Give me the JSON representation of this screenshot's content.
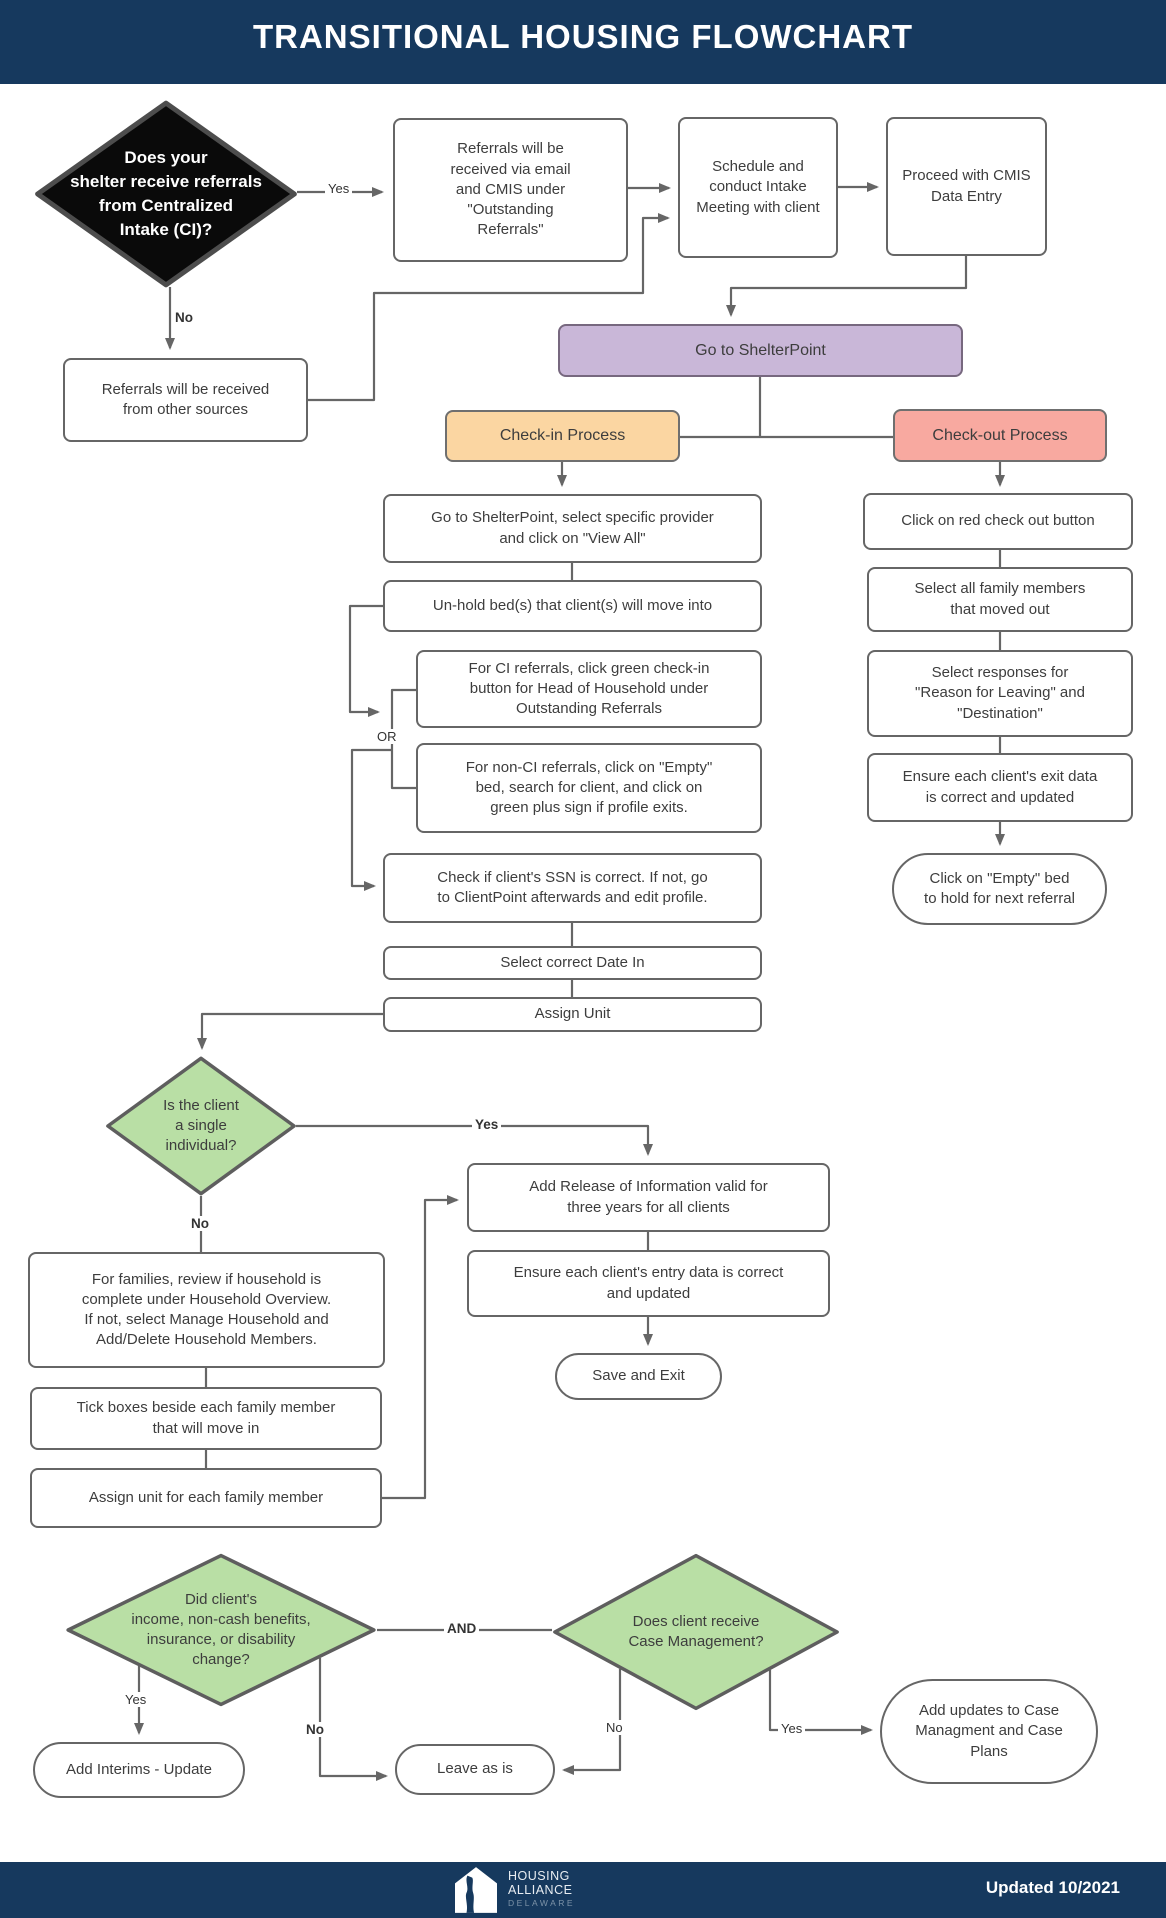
{
  "title": "TRANSITIONAL HOUSING FLOWCHART",
  "colors": {
    "header_navy": "#16395E",
    "purple_fill": "#C9B7D8",
    "orange_fill": "#FBD6A2",
    "salmon_fill": "#F8A9A0",
    "green_fill": "#B9DFA5",
    "black_fill": "#0A0A0A",
    "line": "#666666"
  },
  "nodes": {
    "start_decision": "Does your\nshelter receive referrals\nfrom Centralized\nIntake (CI)?",
    "referrals_ci": "Referrals will be\nreceived via email\nand CMIS under\n\"Outstanding\nReferrals\"",
    "schedule_intake": "Schedule and\nconduct Intake\nMeeting with client",
    "proceed_cmis": "Proceed with CMIS\nData Entry",
    "referrals_other": "Referrals will be received\nfrom other sources",
    "goto_shelterpoint": "Go to ShelterPoint",
    "checkin_header": "Check-in Process",
    "checkout_header": "Check-out Process",
    "ci_view_all": "Go to ShelterPoint, select specific provider\nand click on \"View All\"",
    "unhold_beds": "Un-hold bed(s) that client(s) will move into",
    "ci_referrals": "For CI referrals, click green check-in\nbutton for Head of Household under\nOutstanding Referrals",
    "non_ci_referrals": "For non-CI referrals, click on \"Empty\"\nbed, search for client, and click on\ngreen plus sign if profile exits.",
    "check_ssn": "Check if client's SSN is correct. If not, go\nto ClientPoint afterwards and edit profile.",
    "date_in": "Select correct Date In",
    "assign_unit": "Assign Unit",
    "single_decision": "Is the client\na single\nindividual?",
    "add_roi": "Add Release of Information valid for\nthree years for all clients",
    "entry_data": "Ensure each client's entry data is correct\nand updated",
    "save_exit": "Save and Exit",
    "families_review": "For families, review if household is\ncomplete under Household Overview.\nIf not, select Manage Household and\nAdd/Delete Household Members.",
    "tick_boxes": "Tick boxes beside each family member\nthat will move in",
    "assign_unit_family": "Assign unit for each family member",
    "income_decision": "Did client's\nincome, non-cash benefits,\ninsurance, or disability\nchange?",
    "case_mgmt_decision": "Does client receive\nCase Management?",
    "add_interims": "Add Interims - Update",
    "leave_as_is": "Leave as is",
    "add_updates": "Add updates to Case\nManagment and Case\nPlans",
    "checkout_red_button": "Click on red check out button",
    "checkout_select_family": "Select all family members\nthat moved out",
    "checkout_responses": "Select responses for\n\"Reason for Leaving\" and\n\"Destination\"",
    "checkout_exit_data": "Ensure each client's exit data\nis correct and updated",
    "checkout_empty_bed": "Click on \"Empty\" bed\nto hold for next referral"
  },
  "labels": {
    "yes": "Yes",
    "no": "No",
    "and": "AND",
    "or": "OR"
  },
  "footer": {
    "org": [
      "HOUSING",
      "ALLIANCE",
      "DELAWARE"
    ],
    "updated": "Updated 10/2021"
  }
}
